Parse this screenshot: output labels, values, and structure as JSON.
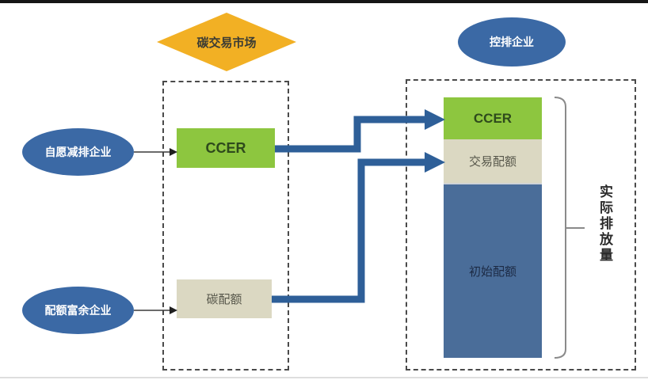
{
  "diagram": {
    "title_nodes": {
      "market_diamond": {
        "label": "碳交易市场"
      },
      "controlled_enterprise": {
        "label": "控排企业"
      }
    },
    "source_nodes": {
      "voluntary_enterprise": {
        "label": "自愿减排企业"
      },
      "surplus_enterprise": {
        "label": "配额富余企业"
      }
    },
    "market_region": {
      "ccer_box": {
        "label": "CCER"
      },
      "carbon_quota_box": {
        "label": "碳配额"
      }
    },
    "enterprise_region": {
      "stack": {
        "ccer": {
          "label": "CCER"
        },
        "traded_quota": {
          "label": "交易配额"
        },
        "initial_quota": {
          "label": "初始配额"
        }
      },
      "brace_label": "实际排放量"
    },
    "colors": {
      "diamond_yellow": "#F2B024",
      "ellipse_blue": "#3B69A5",
      "ccer_green": "#8DC63F",
      "quota_beige": "#DBD8C2",
      "initial_quota_blue": "#4A6D99",
      "flow_arrow_blue": "#2E5F98",
      "top_bar_black": "#161616"
    }
  }
}
